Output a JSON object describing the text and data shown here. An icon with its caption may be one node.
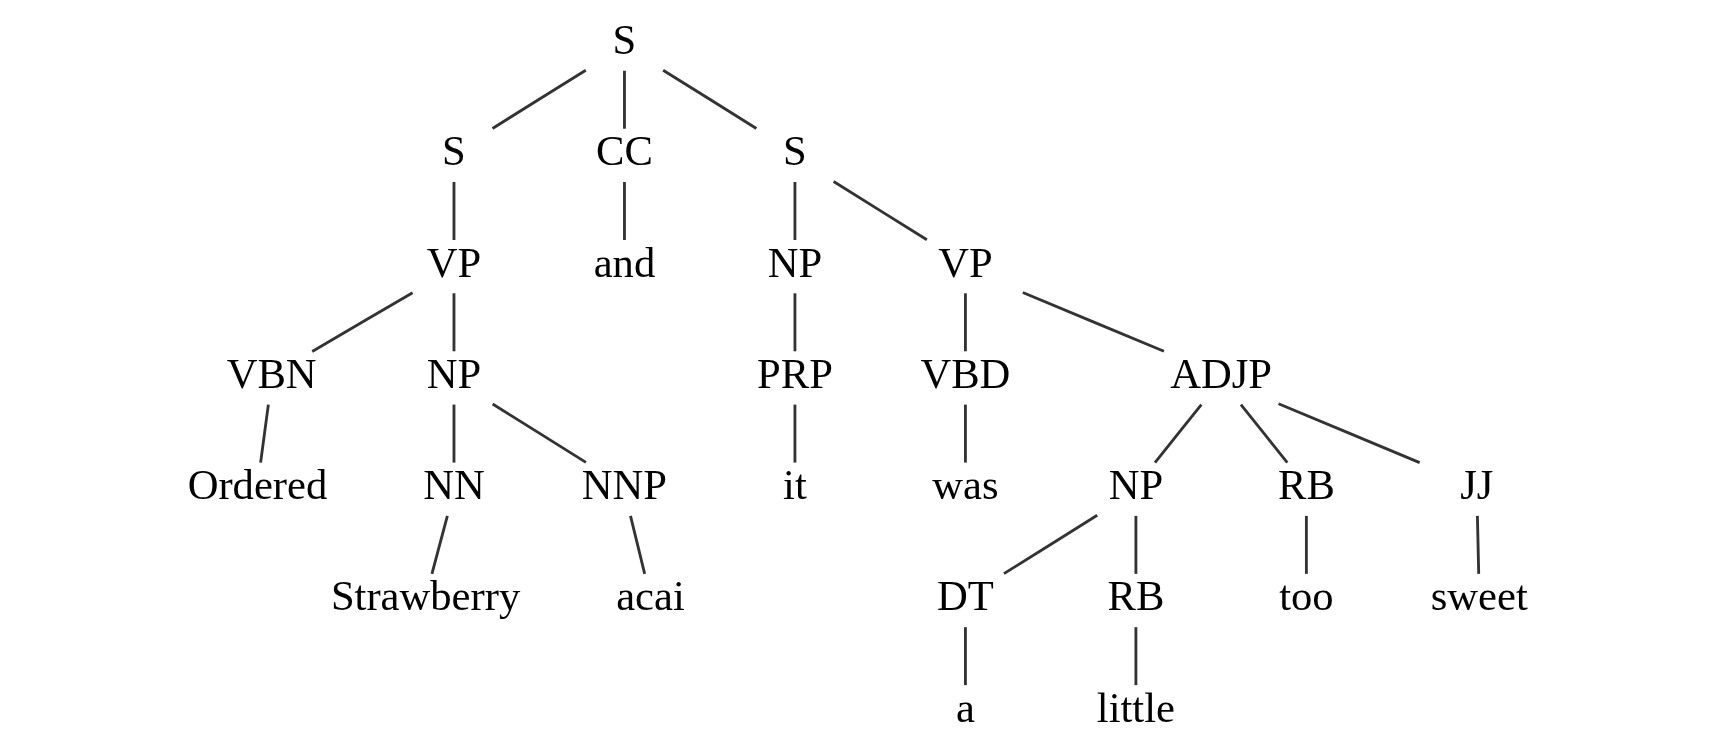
{
  "diagram": {
    "nodes": [
      {
        "text": [
          "S"
        ]
      },
      {
        "text": [
          "S"
        ]
      },
      {
        "text": [
          "CC"
        ]
      },
      {
        "text": [
          "S"
        ]
      },
      {
        "text": [
          "VP"
        ]
      },
      {
        "text": [
          "and"
        ]
      },
      {
        "text": [
          "NP"
        ]
      },
      {
        "text": [
          "VP"
        ]
      },
      {
        "text": [
          "VBN"
        ]
      },
      {
        "text": [
          "NP"
        ]
      },
      {
        "text": [
          "PRP"
        ]
      },
      {
        "text": [
          "VBD"
        ]
      },
      {
        "text": [
          "ADJP"
        ]
      },
      {
        "text": [
          "Ordered"
        ]
      },
      {
        "text": [
          "NN"
        ]
      },
      {
        "text": [
          "NNP"
        ]
      },
      {
        "text": [
          "it"
        ]
      },
      {
        "text": [
          "was"
        ]
      },
      {
        "text": [
          "NP"
        ]
      },
      {
        "text": [
          "RB"
        ]
      },
      {
        "text": [
          "JJ"
        ]
      },
      {
        "text": [
          "Strawberry"
        ]
      },
      {
        "text": [
          "acai"
        ]
      },
      {
        "text": [
          "DT"
        ]
      },
      {
        "text": [
          "RB"
        ]
      },
      {
        "text": [
          "too"
        ]
      },
      {
        "text": [
          "sweet"
        ]
      },
      {
        "text": [
          "a"
        ]
      },
      {
        "text": [
          "little"
        ]
      }
    ],
    "edges": [
      {
        "from": 0,
        "to": 1,
        "arrow": "none"
      },
      {
        "from": 0,
        "to": 2,
        "arrow": "none"
      },
      {
        "from": 0,
        "to": 3,
        "arrow": "none"
      },
      {
        "from": 1,
        "to": 4,
        "arrow": "none"
      },
      {
        "from": 2,
        "to": 5,
        "arrow": "none"
      },
      {
        "from": 3,
        "to": 6,
        "arrow": "none"
      },
      {
        "from": 3,
        "to": 7,
        "arrow": "none"
      },
      {
        "from": 4,
        "to": 8,
        "arrow": "none"
      },
      {
        "from": 4,
        "to": 9,
        "arrow": "none"
      },
      {
        "from": 6,
        "to": 10,
        "arrow": "none"
      },
      {
        "from": 7,
        "to": 11,
        "arrow": "none"
      },
      {
        "from": 7,
        "to": 12,
        "arrow": "none"
      },
      {
        "from": 8,
        "to": 13,
        "arrow": "none"
      },
      {
        "from": 9,
        "to": 14,
        "arrow": "none"
      },
      {
        "from": 9,
        "to": 15,
        "arrow": "none"
      },
      {
        "from": 10,
        "to": 16,
        "arrow": "none"
      },
      {
        "from": 11,
        "to": 17,
        "arrow": "none"
      },
      {
        "from": 12,
        "to": 18,
        "arrow": "none"
      },
      {
        "from": 12,
        "to": 19,
        "arrow": "none"
      },
      {
        "from": 12,
        "to": 20,
        "arrow": "none"
      },
      {
        "from": 14,
        "to": 21,
        "arrow": "none"
      },
      {
        "from": 15,
        "to": 22,
        "arrow": "none"
      },
      {
        "from": 18,
        "to": 23,
        "arrow": "none"
      },
      {
        "from": 18,
        "to": 24,
        "arrow": "none"
      },
      {
        "from": 19,
        "to": 25,
        "arrow": "none"
      },
      {
        "from": 20,
        "to": 26,
        "arrow": "none"
      },
      {
        "from": 23,
        "to": 27,
        "arrow": "none"
      },
      {
        "from": 24,
        "to": 28,
        "arrow": "none"
      }
    ]
  }
}
